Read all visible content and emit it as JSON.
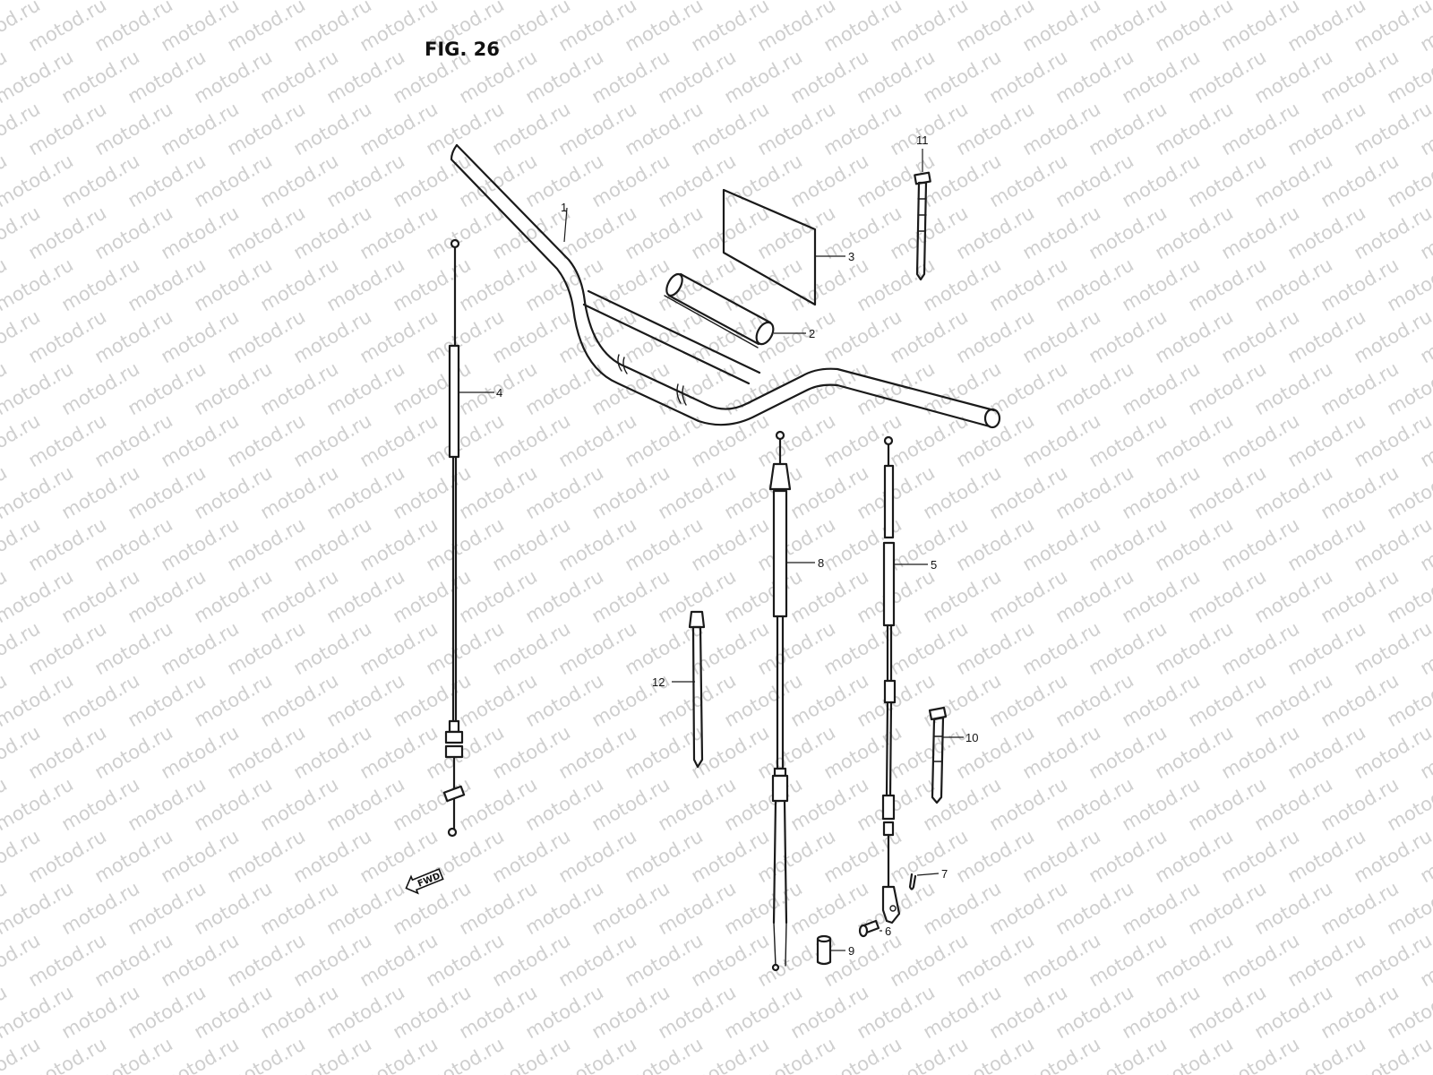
{
  "figure": {
    "title": "FIG. 26"
  },
  "watermark": {
    "text": "motod.ru"
  },
  "direction_badge": {
    "text": "FWD",
    "icon": "arrow-left-icon"
  },
  "callouts": [
    {
      "number": "1",
      "part": "handlebar"
    },
    {
      "number": "2",
      "part": "handlebar-pad"
    },
    {
      "number": "3",
      "part": "plate"
    },
    {
      "number": "4",
      "part": "cable"
    },
    {
      "number": "5",
      "part": "cable"
    },
    {
      "number": "6",
      "part": "pin"
    },
    {
      "number": "7",
      "part": "cotter-pin"
    },
    {
      "number": "8",
      "part": "cable"
    },
    {
      "number": "9",
      "part": "cap"
    },
    {
      "number": "10",
      "part": "clamp"
    },
    {
      "number": "11",
      "part": "band"
    },
    {
      "number": "12",
      "part": "cable-tie"
    }
  ],
  "colors": {
    "line": "#1a1a1a",
    "watermark": "#cfcfcf",
    "background": "#ffffff"
  }
}
